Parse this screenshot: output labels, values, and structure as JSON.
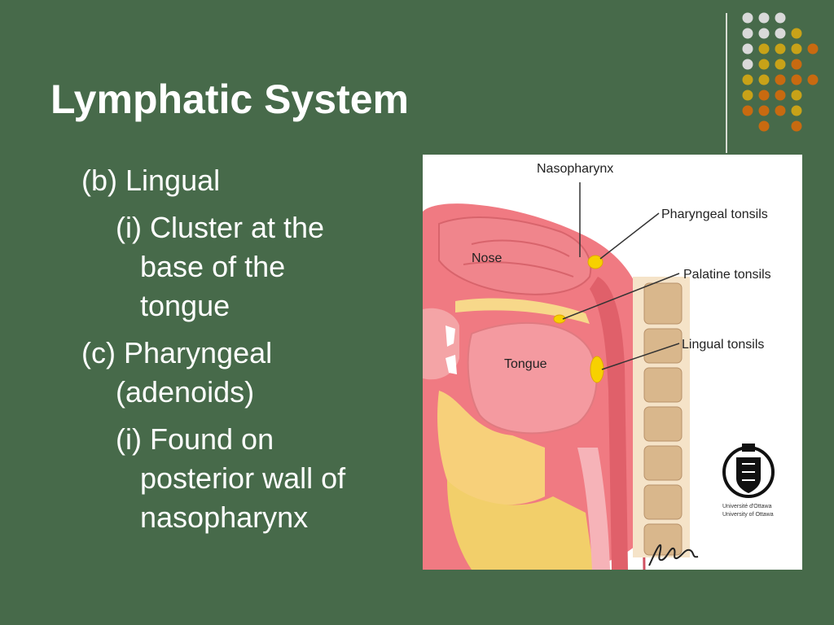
{
  "slide": {
    "title": "Lymphatic System",
    "bullets": [
      {
        "level": 1,
        "lines": [
          "(b) Lingual"
        ]
      },
      {
        "level": 2,
        "lines": [
          "(i) Cluster at the",
          "base of the",
          "tongue"
        ]
      },
      {
        "level": 1,
        "lines": [
          "(c) Pharyngeal",
          "(adenoids)"
        ]
      },
      {
        "level": 2,
        "lines": [
          "(i) Found on",
          "posterior wall of",
          "nasopharynx"
        ]
      }
    ]
  },
  "figure": {
    "labels": {
      "nasopharynx": "Nasopharynx",
      "pharyngeal": "Pharyngeal tonsils",
      "nose": "Nose",
      "palatine": "Palatine tonsils",
      "tongue": "Tongue",
      "lingual": "Lingual tonsils"
    },
    "seal_text": [
      "University of Ottawa",
      "Université d'Ottawa"
    ],
    "signature_text": "signature"
  },
  "colors": {
    "background": "#476a4a",
    "accent_white": "#d9d9d9",
    "accent_gold": "#c8a218",
    "accent_orange": "#c86a10"
  }
}
